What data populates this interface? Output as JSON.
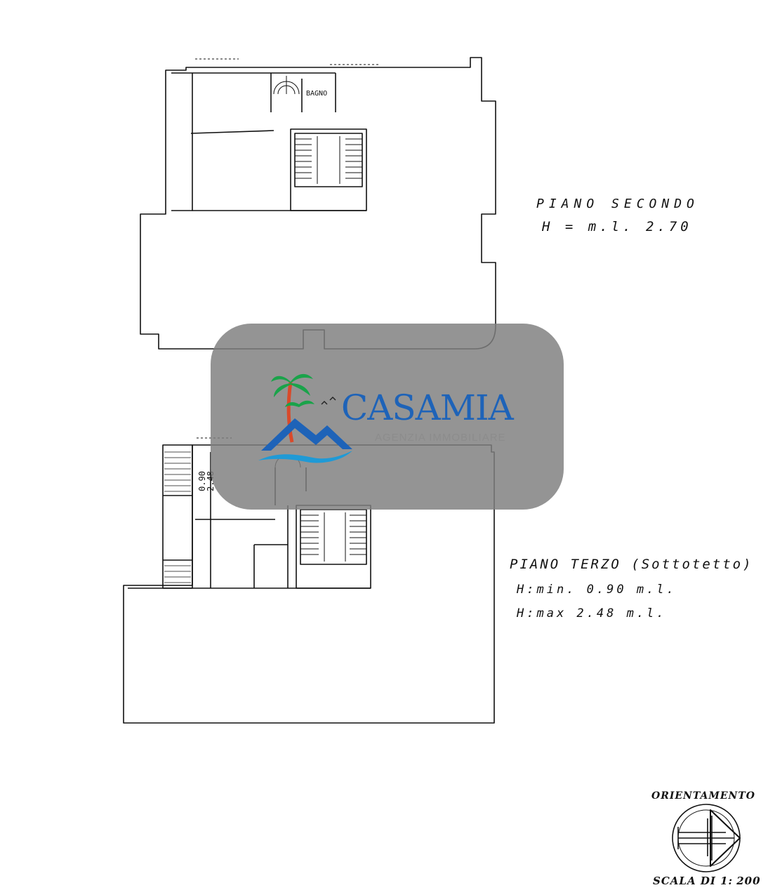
{
  "floors": [
    {
      "title": "PIANO SECONDO",
      "height": "H = m.l. 2.70",
      "room_label": "BAGNO"
    },
    {
      "title": "PIANO TERZO (Sottotetto)",
      "height_min": "H:min. 0.90 m.l.",
      "height_max": "H:max 2.48 m.l.",
      "dim_min": "0.90",
      "dim_max": "2.48"
    }
  ],
  "orientation_label": "ORIENTAMENTO",
  "scale": {
    "prefix": "SCALA DI 1:",
    "value": "200"
  },
  "watermark": {
    "brand": "CASAMIA",
    "tagline": "AGENZIA IMMOBILIARE"
  },
  "colors": {
    "ink": "#111111",
    "brand": "#1e63b8",
    "palm": "#1aa34a",
    "sea": "#1f9ad6"
  }
}
